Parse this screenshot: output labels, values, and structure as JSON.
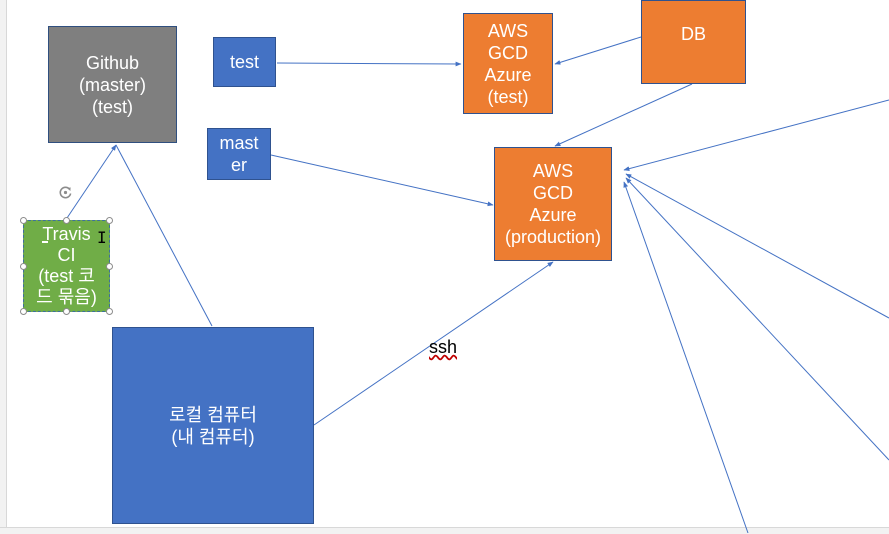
{
  "nodes": {
    "github": "Github\n(master)\n(test)",
    "test": "test",
    "master": "mast\ner",
    "aws_test": "AWS\nGCD\nAzure\n(test)",
    "db": "DB",
    "aws_prod": "AWS\nGCD\nAzure\n(production)",
    "travis": "Travis\nCI\n(test 코\n드 묶음)",
    "local": "로컬 컴퓨터\n(내 컴퓨터)"
  },
  "labels": {
    "ssh": "ssh"
  },
  "colors": {
    "gray": "#7f7f7f",
    "blue": "#4472c4",
    "orange": "#ed7d31",
    "green": "#70ad47",
    "connector": "#4472c4"
  },
  "icons": {
    "rotate": "rotate-handle-icon",
    "cursor": "text-cursor-icon"
  }
}
